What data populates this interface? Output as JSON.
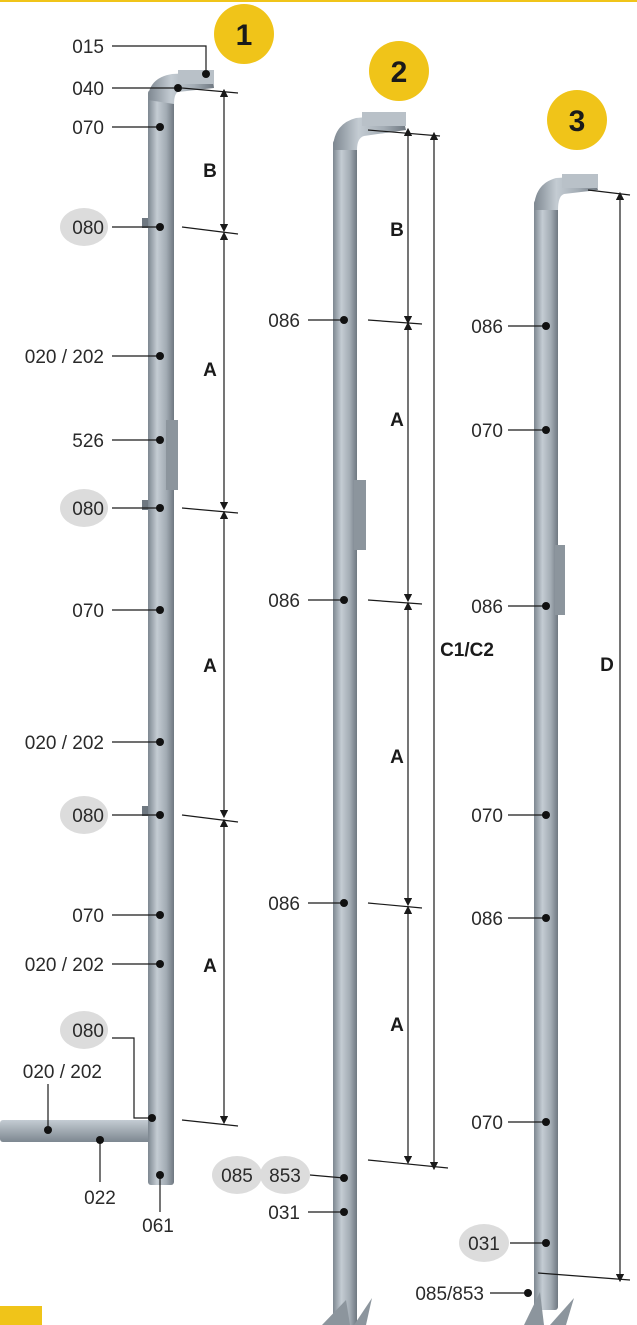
{
  "colors": {
    "accent": "#f0c419",
    "pole": "#9aa4ad",
    "highlight": "#dcdcdc",
    "line": "#1a1a1a"
  },
  "badges": [
    "1",
    "2",
    "3"
  ],
  "pole1": {
    "top_labels": [
      "015",
      "040",
      "070"
    ],
    "labels": [
      "080",
      "020 / 202",
      "526",
      "080",
      "070",
      "020 / 202",
      "080",
      "070",
      "020 / 202",
      "080"
    ],
    "bottom_labels": [
      "020 / 202",
      "022",
      "061"
    ],
    "dims": [
      "B",
      "A",
      "A",
      "A"
    ]
  },
  "pole2": {
    "labels": [
      "086",
      "086",
      "086"
    ],
    "bottom_labels": [
      "085",
      "853",
      "031"
    ],
    "dims": [
      "B",
      "A",
      "A",
      "A",
      "C1/C2"
    ]
  },
  "pole3": {
    "labels": [
      "086",
      "070",
      "086",
      "070",
      "086",
      "070",
      "031",
      "085/853"
    ],
    "dims": [
      "D"
    ]
  }
}
